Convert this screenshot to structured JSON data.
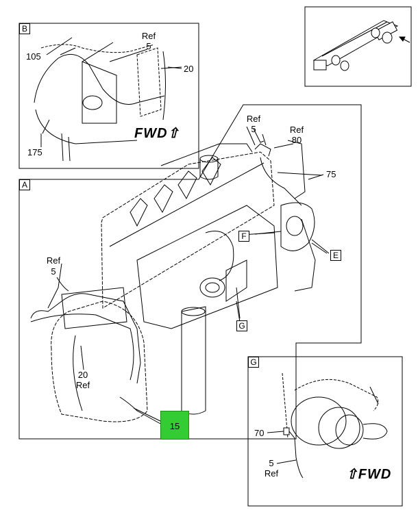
{
  "panels": {
    "A": "A",
    "B": "B",
    "G": "G"
  },
  "view_tags": {
    "E": "E",
    "F": "F",
    "G": "G"
  },
  "fwd_label": "FWD",
  "detail_b": {
    "ref_5": "Ref",
    "num_5": "5",
    "num_105": "105",
    "num_20": "20",
    "num_175": "175"
  },
  "main": {
    "ref_5_top": "Ref",
    "num_5_top": "5",
    "ref_80": "Ref",
    "num_80": "80",
    "num_75": "75",
    "ref_5_left": "Ref",
    "num_5_left": "5",
    "num_20": "20",
    "ref_20": "Ref",
    "callout_15": "15"
  },
  "detail_g": {
    "num_70": "70",
    "num_5": "5",
    "ref_5": "Ref"
  }
}
